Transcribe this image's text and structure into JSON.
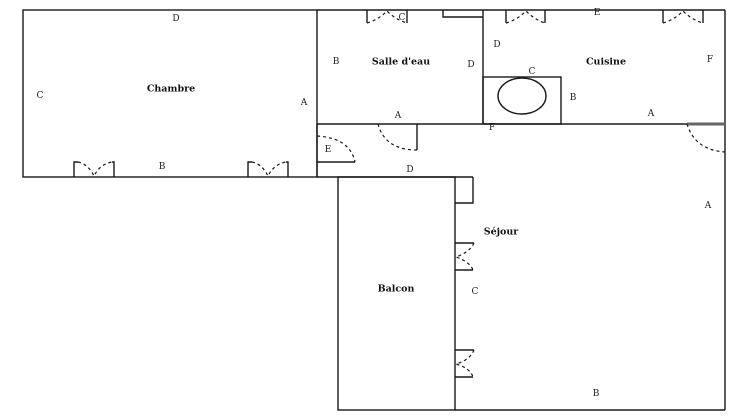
{
  "plan": {
    "wall_color": "#1a1a1a",
    "rooms": [
      {
        "id": "chambre",
        "name": "Chambre",
        "walls": {
          "top": "D",
          "left": "C",
          "right": "A",
          "bottom": "B"
        }
      },
      {
        "id": "salle_eau",
        "name": "Salle d'eau",
        "walls": {
          "top": "C",
          "left": "B",
          "right": "D",
          "bottom": "A"
        }
      },
      {
        "id": "cuisine",
        "name": "Cuisine",
        "walls": {
          "top": "E",
          "left": "D",
          "right": "F",
          "bottom": "A",
          "sink_top": "C",
          "sink_right": "B",
          "corner": "F"
        }
      },
      {
        "id": "hall",
        "name": "",
        "walls": {
          "closet": "E",
          "bottom": "D"
        }
      },
      {
        "id": "balcon",
        "name": "Balcon",
        "walls": {}
      },
      {
        "id": "sejour",
        "name": "Séjour",
        "walls": {
          "right": "A",
          "bottom": "B",
          "left": "C"
        }
      }
    ],
    "labels": {
      "chambre_name": "Chambre",
      "chambre_D": "D",
      "chambre_C": "C",
      "chambre_A": "A",
      "chambre_B": "B",
      "salle_name": "Salle d'eau",
      "salle_C": "C",
      "salle_B": "B",
      "salle_D": "D",
      "salle_A": "A",
      "cuisine_name": "Cuisine",
      "cuisine_E": "E",
      "cuisine_D": "D",
      "cuisine_F": "F",
      "cuisine_C": "C",
      "cuisine_B": "B",
      "cuisine_A": "A",
      "hall_F": "F",
      "hall_E": "E",
      "hall_D": "D",
      "balcon_name": "Balcon",
      "sejour_name": "Séjour",
      "sejour_A": "A",
      "sejour_C": "C",
      "sejour_B": "B"
    }
  }
}
